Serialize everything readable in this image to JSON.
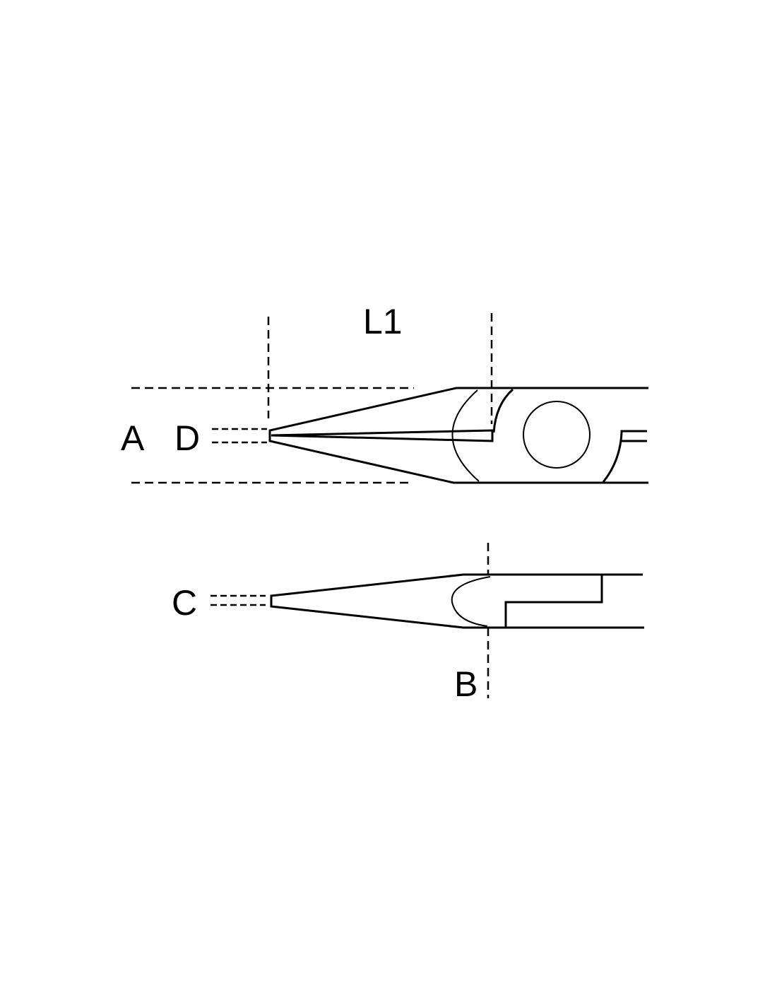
{
  "labels": {
    "l1": "L1",
    "a": "A",
    "d": "D",
    "c": "C",
    "b": "B"
  },
  "colors": {
    "ink": "#000000",
    "paper": "#ffffff"
  }
}
